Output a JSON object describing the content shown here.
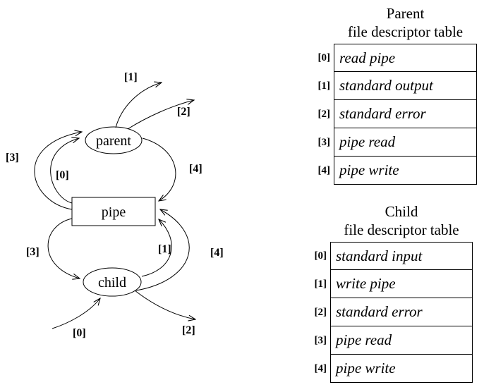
{
  "colors": {
    "ink": "#000000",
    "background": "#ffffff"
  },
  "diagram": {
    "nodes": {
      "parent": "parent",
      "pipe": "pipe",
      "child": "child"
    },
    "parent_fd_labels": {
      "fd0": "[0]",
      "fd1": "[1]",
      "fd2": "[2]",
      "fd3": "[3]",
      "fd4": "[4]"
    },
    "child_fd_labels": {
      "fd0": "[0]",
      "fd1": "[1]",
      "fd2": "[2]",
      "fd3": "[3]",
      "fd4": "[4]"
    }
  },
  "parent_table": {
    "title_line1": "Parent",
    "title_line2": "file descriptor table",
    "rows": [
      {
        "index": "[0]",
        "value": "read pipe"
      },
      {
        "index": "[1]",
        "value": "standard output"
      },
      {
        "index": "[2]",
        "value": "standard error"
      },
      {
        "index": "[3]",
        "value": "pipe read"
      },
      {
        "index": "[4]",
        "value": "pipe write"
      }
    ]
  },
  "child_table": {
    "title_line1": "Child",
    "title_line2": "file descriptor table",
    "rows": [
      {
        "index": "[0]",
        "value": "standard input"
      },
      {
        "index": "[1]",
        "value": "write pipe"
      },
      {
        "index": "[2]",
        "value": "standard error"
      },
      {
        "index": "[3]",
        "value": "pipe read"
      },
      {
        "index": "[4]",
        "value": "pipe write"
      }
    ]
  }
}
